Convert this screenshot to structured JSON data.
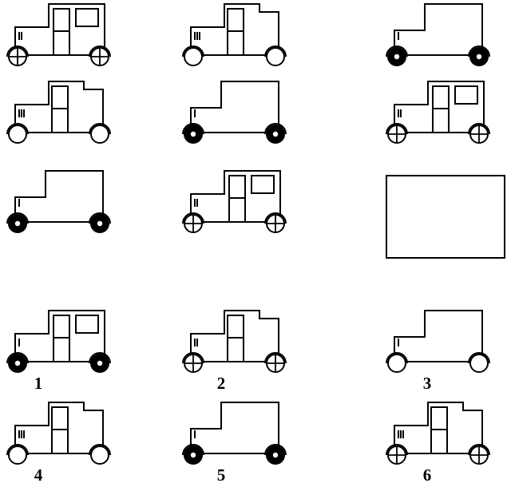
{
  "puzzle_grid": [
    {
      "body": "full",
      "wheels": "cross",
      "grille": "2",
      "step": false
    },
    {
      "body": "medium",
      "wheels": "plain",
      "grille": "3",
      "step": false
    },
    {
      "body": "van",
      "wheels": "filled",
      "grille": "1",
      "step": true
    },
    {
      "body": "medium",
      "wheels": "plain",
      "grille": "3",
      "step": true
    },
    {
      "body": "van",
      "wheels": "filled",
      "grille": "1",
      "step": false
    },
    {
      "body": "full",
      "wheels": "cross",
      "grille": "2",
      "step": false
    },
    {
      "body": "van",
      "wheels": "filled",
      "grille": "1",
      "step": false
    },
    {
      "body": "full",
      "wheels": "cross",
      "grille": "2",
      "step": true
    },
    null
  ],
  "options": [
    {
      "label": "1",
      "body": "full",
      "wheels": "filled",
      "grille": "1",
      "step": false
    },
    {
      "label": "2",
      "body": "medium",
      "wheels": "cross",
      "grille": "2",
      "step": false
    },
    {
      "label": "3",
      "body": "van",
      "wheels": "plain",
      "grille": "1",
      "step": false
    },
    {
      "label": "4",
      "body": "medium",
      "wheels": "plain",
      "grille": "3",
      "step": false
    },
    {
      "label": "5",
      "body": "van",
      "wheels": "filled",
      "grille": "1",
      "step": false
    },
    {
      "label": "6",
      "body": "medium",
      "wheels": "cross",
      "grille": "3",
      "step": false
    }
  ],
  "colors": {
    "ink": "#000000",
    "background": "#ffffff"
  }
}
